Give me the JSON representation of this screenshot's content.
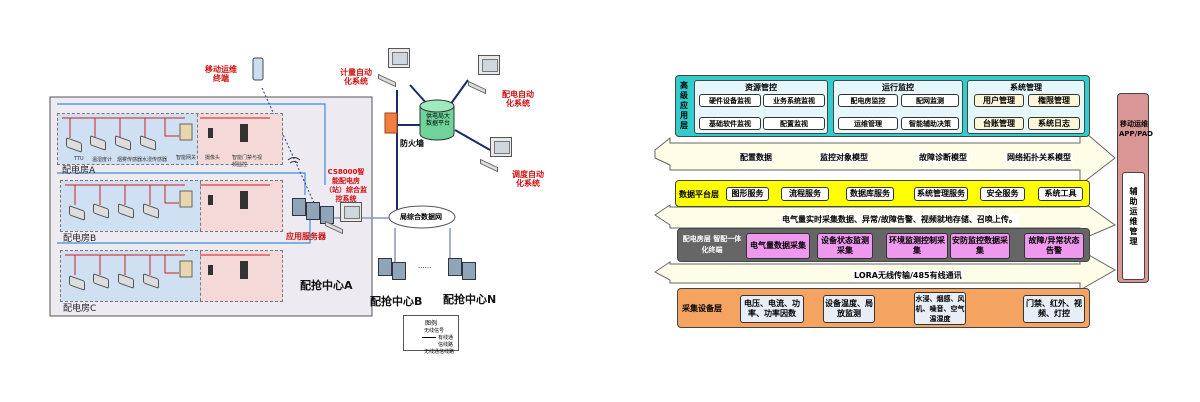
{
  "left": {
    "mobile_terminal": "移动运维终端",
    "rooms": [
      {
        "label": "配电房A"
      },
      {
        "label": "配电房B"
      },
      {
        "label": "配电房C"
      }
    ],
    "device_labels": [
      "TTU",
      "温湿度计",
      "烟雾传感器",
      "水浸传感器",
      "智能网关",
      "摄像头",
      "智能门禁与视频监控"
    ],
    "app_server": "应用服务器",
    "system_label": "CS8000智能配电房（站）综合监控系统",
    "center_a": "配抢中心A",
    "center_b": "配抢中心B",
    "center_n": "配抢中心N",
    "ellipsis": "......",
    "network": "局综合数据网",
    "firewall": "防火墙",
    "bigdata": "供电局大数据平台",
    "systems": [
      "计量自动化系统",
      "配电自动化系统",
      "调度自动化系统"
    ],
    "legend": {
      "title": "图例",
      "items": [
        "无线信号",
        "有线通信线路",
        "无线通信线路"
      ]
    }
  },
  "right": {
    "app_layer": {
      "title": "高级应用层",
      "groups": [
        {
          "title": "资源管控",
          "items": [
            "硬件设备监视",
            "业务系统监视",
            "基础软件监视",
            "配置监视"
          ]
        },
        {
          "title": "运行监控",
          "items": [
            "配电房监控",
            "配网监测",
            "运维管理",
            "智能辅助决策"
          ]
        },
        {
          "title": "系统管理",
          "items": [
            "用户管理",
            "権限管理",
            "台账管理",
            "系统日志"
          ]
        }
      ]
    },
    "band1": [
      "配置数据",
      "监控对象模型",
      "故障诊断模型",
      "网络拓扑关系模型"
    ],
    "data_layer": {
      "title": "数据平台层",
      "items": [
        "图形服务",
        "流程服务",
        "数据库服务",
        "系统管理服务",
        "安全服务",
        "系统工具"
      ]
    },
    "band2": "电气量实时采集数据、异常/故障告警、视频就地存储、召唤上传。",
    "room_layer": {
      "title": "配电房层 智配一体化终端",
      "items": [
        "电气量数据采集",
        "设备状态监测采集",
        "环境监测控制采集",
        "安防监控数据采集",
        "故障/异常状态告警"
      ]
    },
    "band3": "LORA无线传输/485有线通讯",
    "collect_layer": {
      "title": "采集设备层",
      "items": [
        "电压、电流、功率、功率因数",
        "设备温度、局放监测",
        "水浸、烟感、风机、噪音、空气温湿度",
        "门禁、红外、视频、灯控"
      ]
    },
    "mobile": {
      "title": "移动运维APP/PAD",
      "inner": "辅助运维管理"
    },
    "colors": {
      "app": "#33cccc",
      "data": "#ffff00",
      "room": "#666666",
      "collect": "#f4a460",
      "item_pink": "#ee99ee",
      "mobile": "#d99694"
    }
  }
}
